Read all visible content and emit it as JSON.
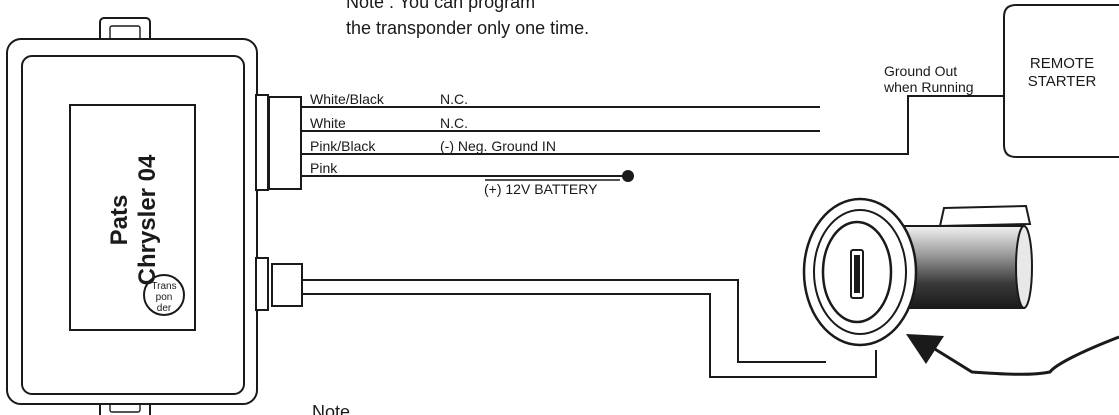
{
  "notes": {
    "top_line1": "Note : You can program",
    "top_line2": "the transponder only one time.",
    "bottom": "Note"
  },
  "module": {
    "title_line1": "Pats",
    "title_line2": "Chrysler 04",
    "transponder_line1": "Trans",
    "transponder_line2": "pon",
    "transponder_line3": "der"
  },
  "wires": [
    {
      "color": "White/Black",
      "connection": "N.C."
    },
    {
      "color": "White",
      "connection": "N.C."
    },
    {
      "color": "Pink/Black",
      "connection": "(-) Neg. Ground IN"
    },
    {
      "color": "Pink",
      "connection": ""
    }
  ],
  "battery_label": "(+) 12V BATTERY",
  "ground_out": {
    "line1": "Ground Out",
    "line2": "when Running"
  },
  "remote_starter": {
    "line1": "REMOTE",
    "line2": "STARTER"
  }
}
